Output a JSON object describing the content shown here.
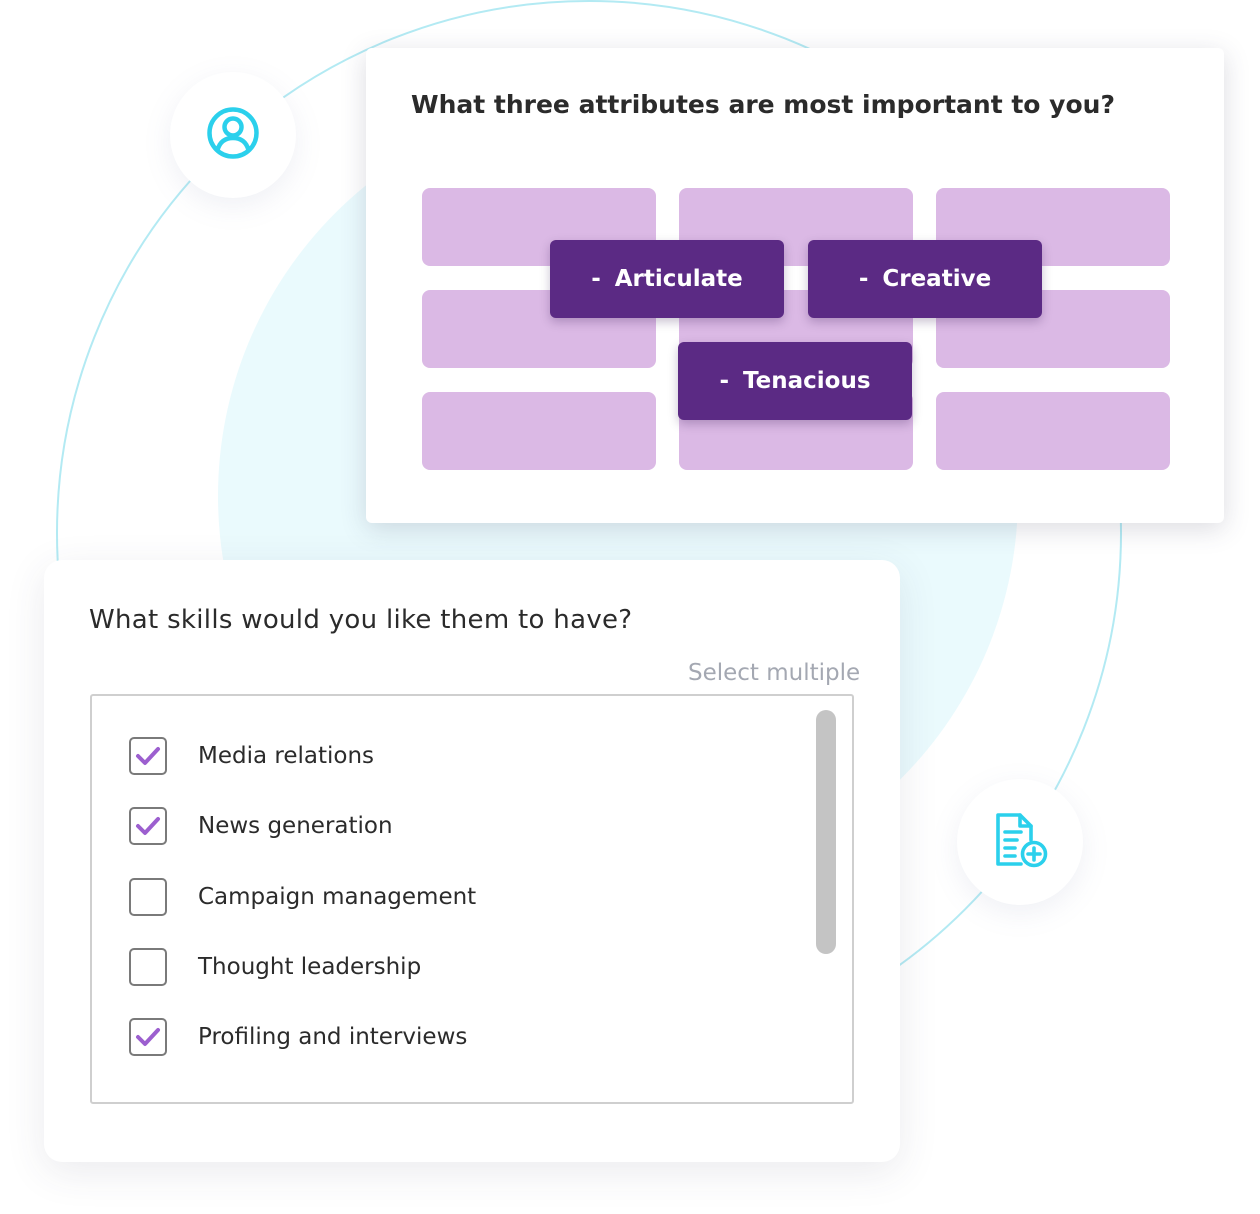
{
  "colors": {
    "accent_cyan": "#2bd0ec",
    "slot_lilac": "#dbb9e5",
    "chip_purple": "#5b2a84",
    "check_purple": "#9c5fcf"
  },
  "icons": {
    "profile": "user-circle-icon",
    "document": "document-add-icon",
    "check": "checkmark-icon"
  },
  "attributes_card": {
    "question": "What three attributes are most important to you?",
    "selected": [
      {
        "dash": "-",
        "label": "Articulate"
      },
      {
        "dash": "-",
        "label": "Creative"
      },
      {
        "dash": "-",
        "label": "Tenacious"
      }
    ]
  },
  "skills_card": {
    "question": "What skills would you like them to have?",
    "hint": "Select multiple",
    "options": [
      {
        "label": "Media relations",
        "checked": true
      },
      {
        "label": "News generation",
        "checked": true
      },
      {
        "label": "Campaign management",
        "checked": false
      },
      {
        "label": "Thought leadership",
        "checked": false
      },
      {
        "label": "Profiling and interviews",
        "checked": true
      }
    ]
  }
}
